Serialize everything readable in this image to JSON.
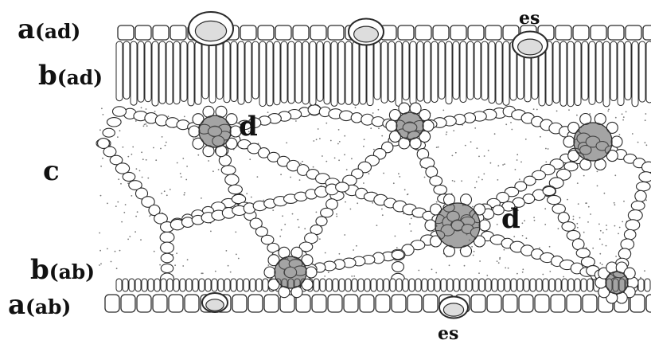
{
  "labels": {
    "upper_epidermis": {
      "letter": "a",
      "suffix": "(ad)"
    },
    "upper_palisade": {
      "letter": "b",
      "suffix": "(ad)"
    },
    "mesophyll": "c",
    "lower_palisade": {
      "letter": "b",
      "suffix": "(ab)"
    },
    "lower_epidermis": {
      "letter": "a",
      "suffix": "(ab)"
    },
    "bundle_upper": "d",
    "bundle_middle": "d",
    "stoma_top": "es",
    "stoma_bottom": "es"
  },
  "colors": {
    "ink": "#2a2a2a",
    "background": "#ffffff",
    "bundle_fill": "#5a5a5a"
  }
}
